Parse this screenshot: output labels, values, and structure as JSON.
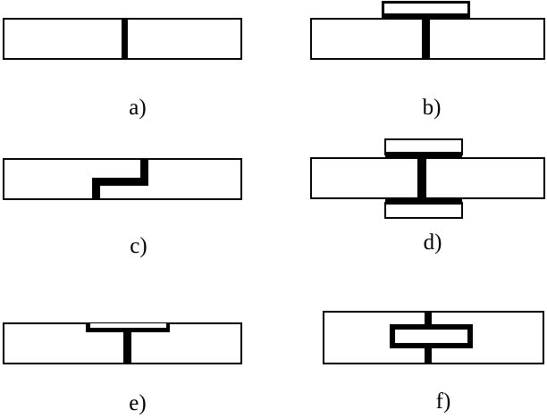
{
  "colors": {
    "background": "#ffffff",
    "stroke": "#000000",
    "fill": "#ffffff",
    "joint": "#000000"
  },
  "panels": [
    {
      "id": "a",
      "label": "a)",
      "joint": "straight-butt-seam"
    },
    {
      "id": "b",
      "label": "b)",
      "joint": "butt-seam-with-top-cover-strip"
    },
    {
      "id": "c",
      "label": "c)",
      "joint": "stepped-lap-seam"
    },
    {
      "id": "d",
      "label": "d)",
      "joint": "butt-seam-with-double-cover-strips"
    },
    {
      "id": "e",
      "label": "e)",
      "joint": "recessed-top-cover-strip-seam"
    },
    {
      "id": "f",
      "label": "f)",
      "joint": "internal-rectangular-insert-seam"
    }
  ]
}
